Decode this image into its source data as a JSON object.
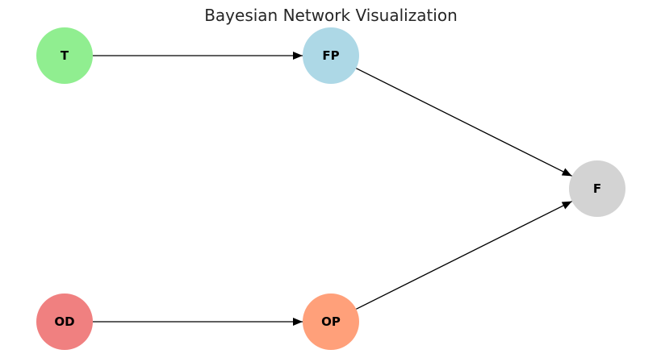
{
  "title": "Bayesian Network Visualization",
  "nodes": [
    {
      "id": "T",
      "label": "T",
      "color": "#90ee90"
    },
    {
      "id": "FP",
      "label": "FP",
      "color": "#add8e6"
    },
    {
      "id": "F",
      "label": "F",
      "color": "#d3d3d3"
    },
    {
      "id": "OD",
      "label": "OD",
      "color": "#f08080"
    },
    {
      "id": "OP",
      "label": "OP",
      "color": "#ffa07a"
    }
  ],
  "edges": [
    {
      "from": "T",
      "to": "FP"
    },
    {
      "from": "FP",
      "to": "F"
    },
    {
      "from": "OD",
      "to": "OP"
    },
    {
      "from": "OP",
      "to": "F"
    }
  ]
}
